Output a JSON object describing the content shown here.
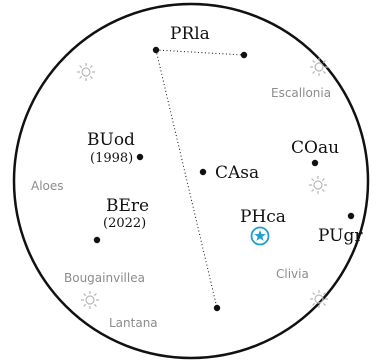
{
  "boundary": {
    "stroke": "#111111"
  },
  "stations": [
    {
      "code": "PRla",
      "year": ""
    },
    {
      "code": "BUod",
      "year": "(1998)"
    },
    {
      "code": "BEre",
      "year": "(2022)"
    },
    {
      "code": "CAsa",
      "year": ""
    },
    {
      "code": "COau",
      "year": ""
    },
    {
      "code": "PHca",
      "year": ""
    },
    {
      "code": "PUgr",
      "year": ""
    }
  ],
  "plants": [
    "Escallonia",
    "Aloes",
    "Bougainvillea",
    "Clivia",
    "Lantana"
  ],
  "marker": {
    "icon": "star-marker-icon",
    "color": "#1a9fd0"
  },
  "sun_icon": {
    "name": "sun-icon",
    "color": "#b8b8b8"
  }
}
